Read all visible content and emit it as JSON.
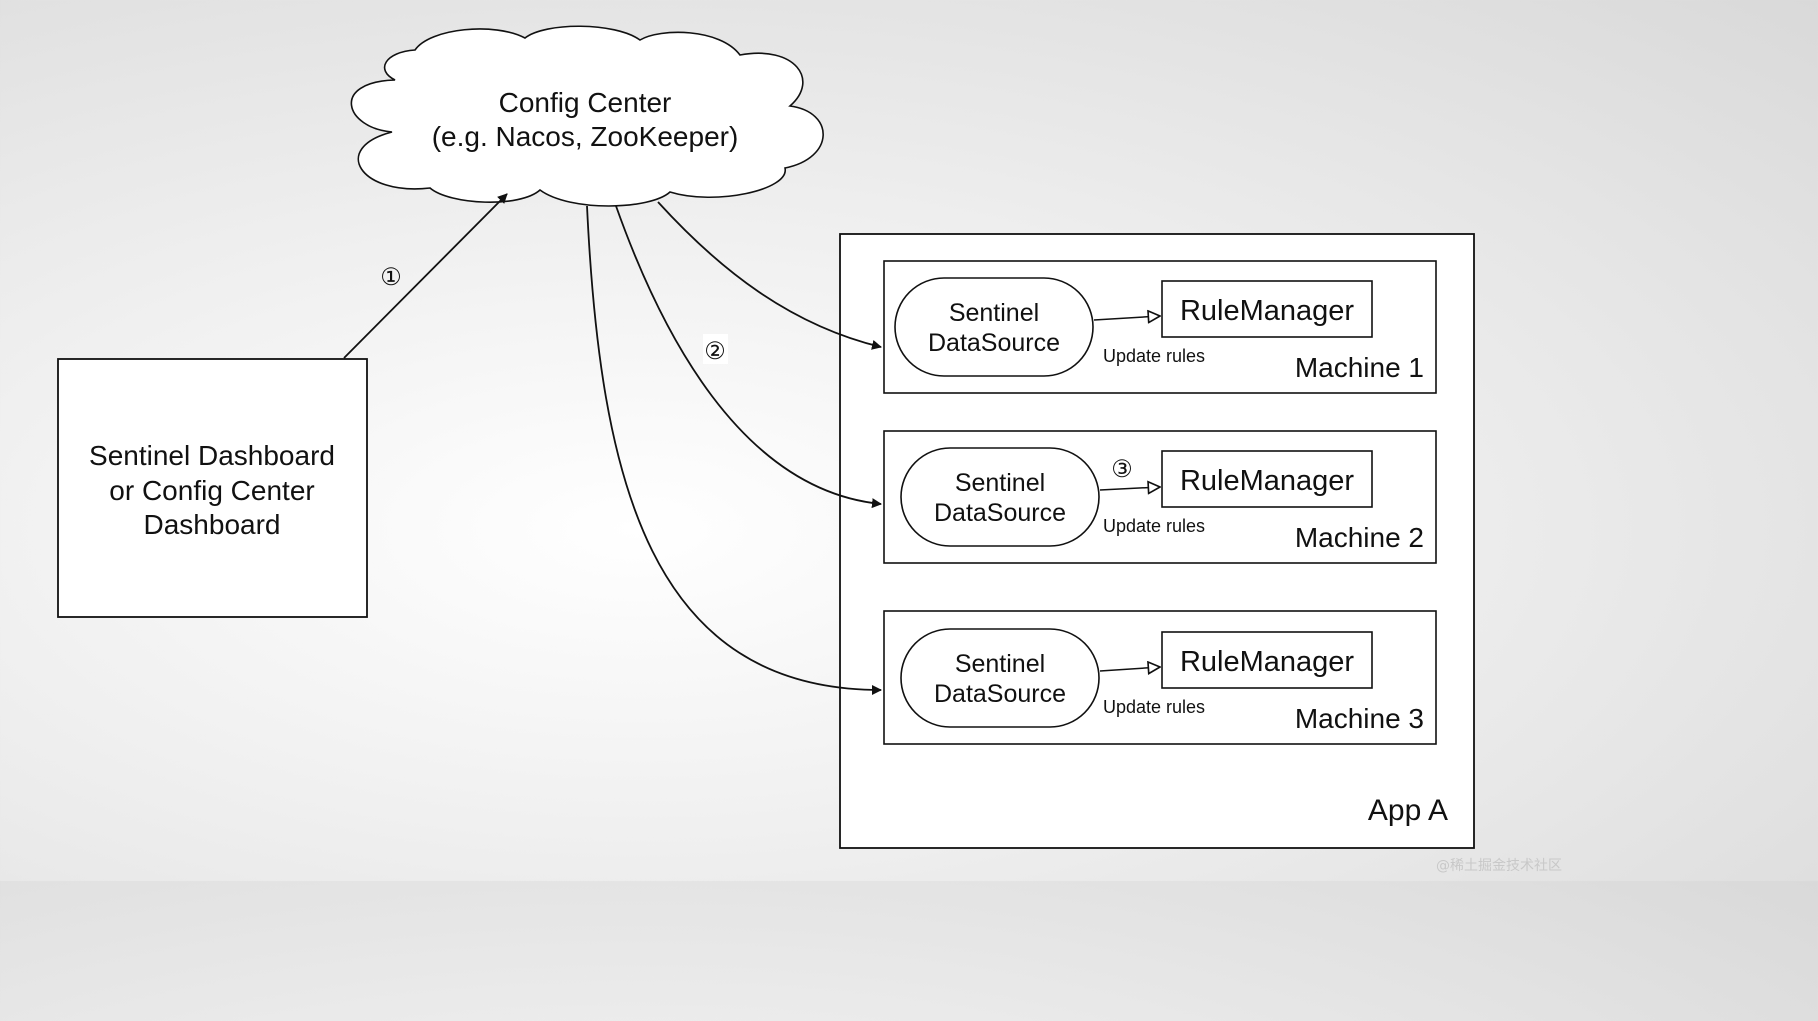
{
  "config_center": {
    "title_line1": "Config Center",
    "title_line2": "(e.g. Nacos, ZooKeeper)"
  },
  "dashboard": {
    "line1": "Sentinel Dashboard",
    "line2": "or Config Center",
    "line3": "Dashboard"
  },
  "steps": {
    "one": "①",
    "two": "②",
    "three": "③"
  },
  "app": {
    "label": "App A"
  },
  "machines": [
    {
      "label": "Machine 1",
      "datasource_line1": "Sentinel",
      "datasource_line2": "DataSource",
      "rule_manager": "RuleManager",
      "update_label": "Update rules"
    },
    {
      "label": "Machine 2",
      "datasource_line1": "Sentinel",
      "datasource_line2": "DataSource",
      "rule_manager": "RuleManager",
      "update_label": "Update rules"
    },
    {
      "label": "Machine 3",
      "datasource_line1": "Sentinel",
      "datasource_line2": "DataSource",
      "rule_manager": "RuleManager",
      "update_label": "Update rules"
    }
  ],
  "watermark": "@稀土掘金技术社区"
}
